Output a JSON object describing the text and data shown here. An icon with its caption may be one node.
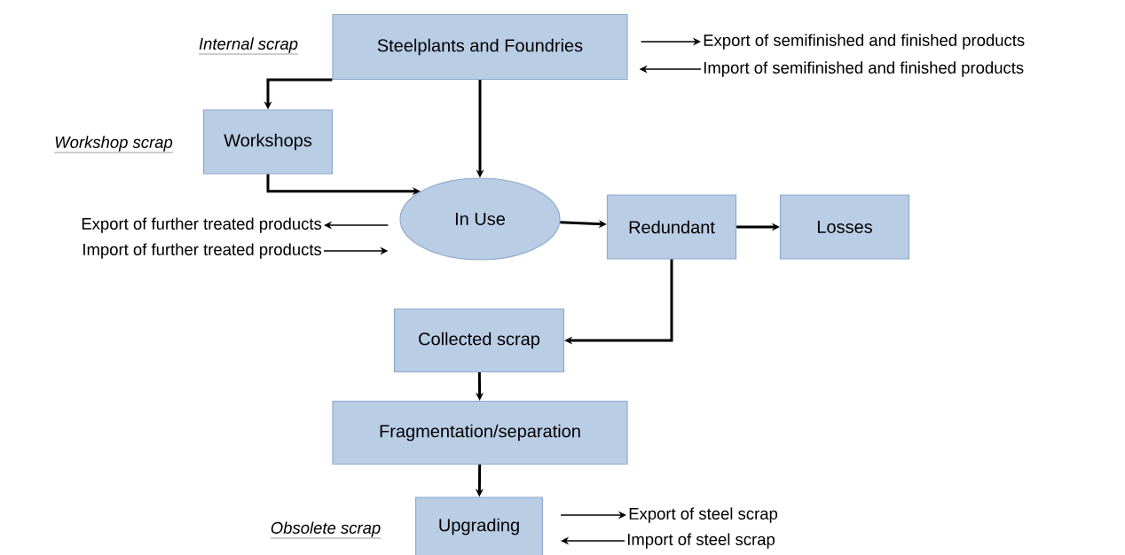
{
  "diagram": {
    "nodes": [
      {
        "text": [
          "Steelplants and Foundries"
        ]
      },
      {
        "text": [
          "Workshops"
        ]
      },
      {
        "text": [
          "In Use"
        ]
      },
      {
        "text": [
          "Redundant"
        ]
      },
      {
        "text": [
          "Losses"
        ]
      },
      {
        "text": [
          "Collected scrap"
        ]
      },
      {
        "text": [
          "Fragmentation/separation"
        ]
      },
      {
        "text": [
          "Upgrading"
        ]
      },
      {
        "text": [
          "Export of semifinished and finished products"
        ]
      },
      {
        "text": [
          "Import of semifinished and finished products"
        ]
      },
      {
        "text": [
          "Export of further treated products"
        ]
      },
      {
        "text": [
          "Import of further treated products"
        ]
      },
      {
        "text": [
          "Export of steel scrap"
        ]
      },
      {
        "text": [
          "Import of steel scrap"
        ]
      }
    ],
    "edges": [
      {
        "from": 0,
        "to": 1,
        "arrow": "to"
      },
      {
        "from": 0,
        "to": 2,
        "arrow": "to"
      },
      {
        "from": 1,
        "to": 2,
        "arrow": "to"
      },
      {
        "from": 2,
        "to": 3,
        "arrow": "to"
      },
      {
        "from": 3,
        "to": 4,
        "arrow": "to"
      },
      {
        "from": 3,
        "to": 5,
        "arrow": "to"
      },
      {
        "from": 5,
        "to": 6,
        "arrow": "to"
      },
      {
        "from": 6,
        "to": 7,
        "arrow": "to"
      },
      {
        "from": 0,
        "to": 8,
        "arrow": "to"
      },
      {
        "from": 9,
        "to": 0,
        "arrow": "to"
      },
      {
        "from": 2,
        "to": 10,
        "arrow": "to"
      },
      {
        "from": 11,
        "to": 2,
        "arrow": "to"
      },
      {
        "from": 7,
        "to": 12,
        "arrow": "to"
      },
      {
        "from": 13,
        "to": 7,
        "arrow": "to"
      }
    ],
    "labels": [
      "Internal scrap",
      "Workshop scrap",
      "Obsolete scrap"
    ]
  }
}
